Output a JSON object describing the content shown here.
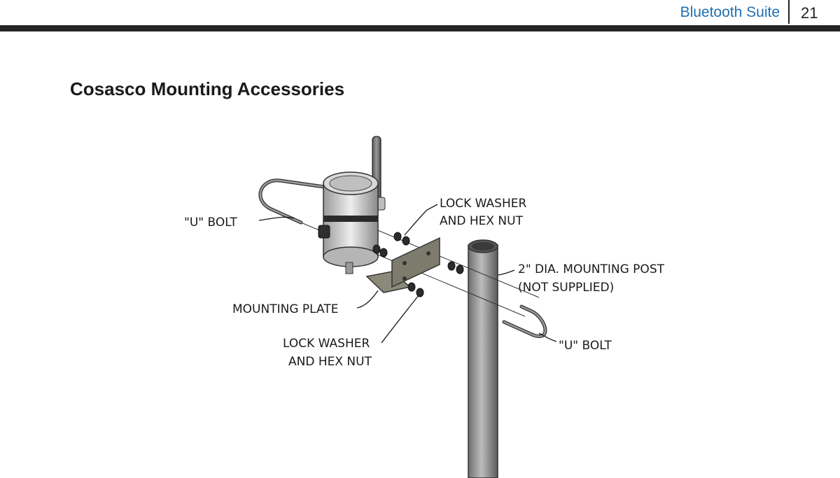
{
  "header": {
    "title": "Bluetooth Suite",
    "page_number": "21"
  },
  "section": {
    "title": "Cosasco Mounting Accessories"
  },
  "figure": {
    "labels": {
      "u_bolt_left": "\"U\" BOLT",
      "lock_washer_top_line1": "LOCK WASHER",
      "lock_washer_top_line2": "AND HEX NUT",
      "post_line1": "2\" DIA. MOUNTING POST",
      "post_line2": "(NOT SUPPLIED)",
      "mounting_plate": "MOUNTING PLATE",
      "u_bolt_right": "\"U\" BOLT",
      "lock_washer_bottom_line1": "LOCK WASHER",
      "lock_washer_bottom_line2": "AND HEX NUT"
    }
  }
}
